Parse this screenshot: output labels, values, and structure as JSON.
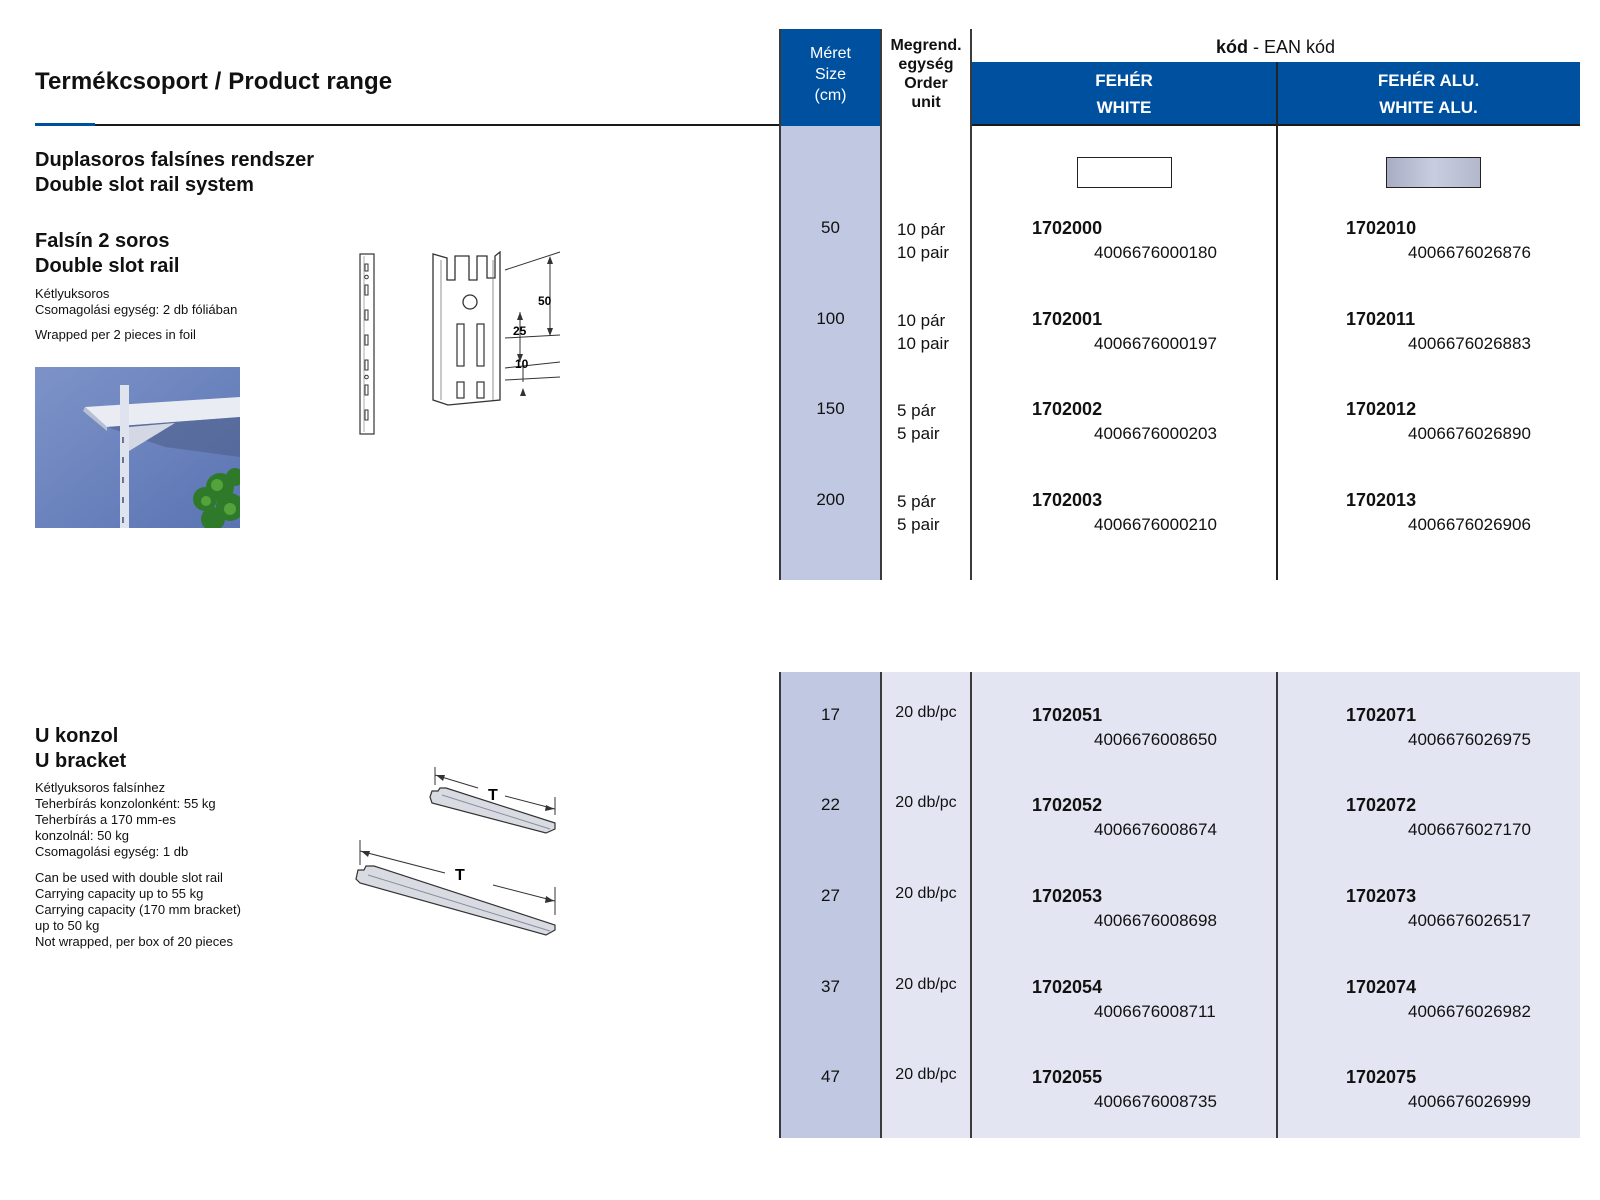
{
  "header": {
    "title": "Termékcsoport / Product range",
    "size_col": [
      "Méret",
      "Size",
      "(cm)"
    ],
    "order_col": [
      "Megrend.",
      "egység",
      "Order",
      "unit"
    ],
    "code_head_bold": "kód",
    "code_head_rest": " - EAN kód",
    "white": [
      "FEHÉR",
      "WHITE"
    ],
    "white_alu": [
      "FEHÉR ALU.",
      "WHITE ALU."
    ]
  },
  "section1": {
    "system_title": [
      "Duplasoros falsínes rendszer",
      "Double slot rail system"
    ],
    "product_title": [
      "Falsín 2 soros",
      "Double slot rail"
    ],
    "desc_hu": [
      "Kétlyuksoros",
      "Csomagolási egység: 2 db fóliában"
    ],
    "desc_en": "Wrapped per 2 pieces in foil",
    "dims": {
      "d50": "50",
      "d25": "25",
      "d10": "10"
    },
    "rows": [
      {
        "size": "50",
        "order_hu": "10 pár",
        "order_en": "10 pair",
        "white_code": "1702000",
        "white_ean": "4006676000180",
        "alu_code": "1702010",
        "alu_ean": "4006676026876"
      },
      {
        "size": "100",
        "order_hu": "10 pár",
        "order_en": "10 pair",
        "white_code": "1702001",
        "white_ean": "4006676000197",
        "alu_code": "1702011",
        "alu_ean": "4006676026883"
      },
      {
        "size": "150",
        "order_hu": "5 pár",
        "order_en": "5 pair",
        "white_code": "1702002",
        "white_ean": "4006676000203",
        "alu_code": "1702012",
        "alu_ean": "4006676026890"
      },
      {
        "size": "200",
        "order_hu": "5 pár",
        "order_en": "5 pair",
        "white_code": "1702003",
        "white_ean": "4006676000210",
        "alu_code": "1702013",
        "alu_ean": "4006676026906"
      }
    ]
  },
  "section2": {
    "product_title": [
      "U konzol",
      "U bracket"
    ],
    "desc_hu": [
      "Kétlyuksoros falsínhez",
      "Teherbírás konzolonként: 55 kg",
      "Teherbírás a 170 mm-es",
      "konzolnál: 50 kg",
      "Csomagolási egység: 1 db"
    ],
    "desc_en": [
      "Can be used with double slot rail",
      "Carrying capacity up to 55 kg",
      "Carrying capacity (170 mm bracket)",
      "up to 50 kg",
      "Not wrapped, per box of 20 pieces"
    ],
    "dim_label": "T",
    "rows": [
      {
        "size": "17",
        "order": "20 db/pc",
        "white_code": "1702051",
        "white_ean": "4006676008650",
        "alu_code": "1702071",
        "alu_ean": "4006676026975"
      },
      {
        "size": "22",
        "order": "20 db/pc",
        "white_code": "1702052",
        "white_ean": "4006676008674",
        "alu_code": "1702072",
        "alu_ean": "4006676027170"
      },
      {
        "size": "27",
        "order": "20 db/pc",
        "white_code": "1702053",
        "white_ean": "4006676008698",
        "alu_code": "1702073",
        "alu_ean": "4006676026517"
      },
      {
        "size": "37",
        "order": "20 db/pc",
        "white_code": "1702054",
        "white_ean": "4006676008711",
        "alu_code": "1702074",
        "alu_ean": "4006676026982"
      },
      {
        "size": "47",
        "order": "20 db/pc",
        "white_code": "1702055",
        "white_ean": "4006676008735",
        "alu_code": "1702075",
        "alu_ean": "4006676026999"
      }
    ]
  },
  "colors": {
    "accent": "#0050a0",
    "size_col": "#c0c8e2",
    "section_bg": "#e3e6f2"
  }
}
